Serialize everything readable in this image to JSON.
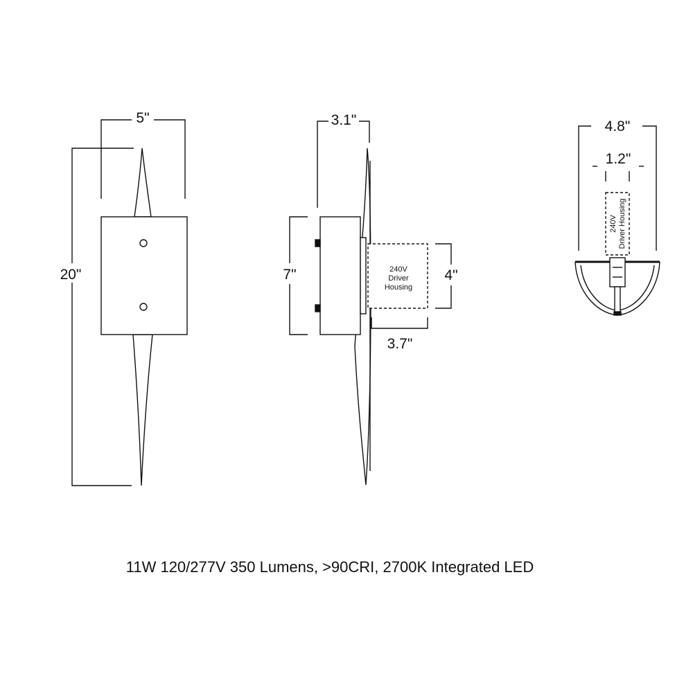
{
  "front_view": {
    "width_label": "5\"",
    "height_label": "20\""
  },
  "side_view": {
    "depth_label": "3.1\"",
    "backplate_height_label": "7\"",
    "driver_height_label": "4\"",
    "driver_depth_label": "3.7\"",
    "driver_text_line1": "240V",
    "driver_text_line2": "Driver",
    "driver_text_line3": "Housing"
  },
  "top_view": {
    "width_label": "4.8\"",
    "driver_width_label": "1.2\"",
    "driver_text_line1": "240V",
    "driver_text_line2": "Driver Housing"
  },
  "spec_text": "11W 120/277V 350 Lumens, >90CRI, 2700K Integrated LED",
  "colors": {
    "line": "#111111",
    "fill": "#ffffff"
  }
}
